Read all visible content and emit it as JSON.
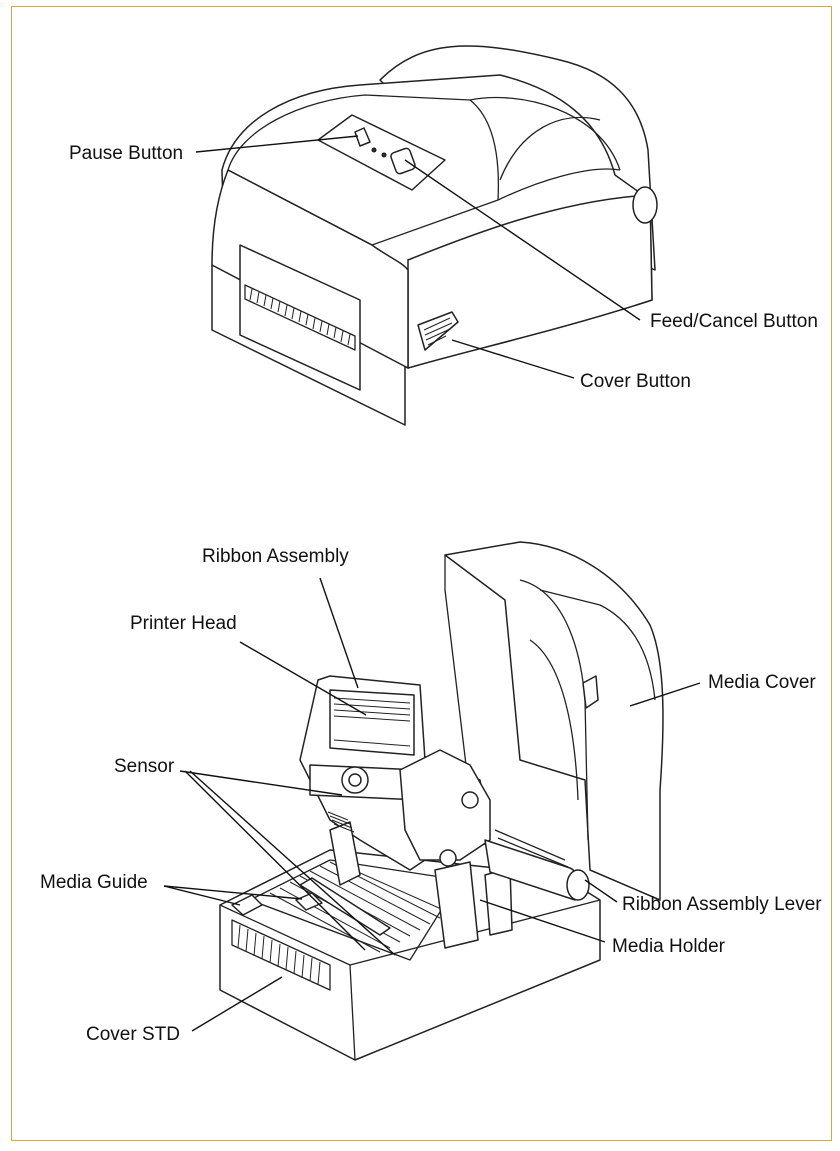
{
  "frame_color": "#d9a441",
  "labels": {
    "pause_button": "Pause Button",
    "feed_cancel_button": "Feed/Cancel Button",
    "cover_button": "Cover Button",
    "ribbon_assembly": "Ribbon Assembly",
    "printer_head": "Printer Head",
    "media_cover": "Media Cover",
    "sensor": "Sensor",
    "media_guide": "Media Guide",
    "ribbon_assembly_lever": "Ribbon Assembly Lever",
    "media_holder": "Media Holder",
    "cover_std": "Cover STD"
  }
}
